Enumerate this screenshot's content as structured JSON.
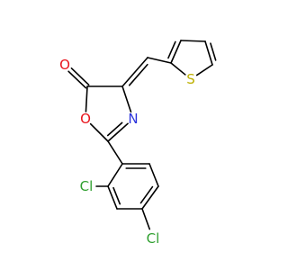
{
  "molecule": {
    "atoms": {
      "carbonyl_oxygen": {
        "label": "O",
        "color": "#e8141c"
      },
      "ring_oxygen": {
        "label": "O",
        "color": "#e8141c"
      },
      "ring_nitrogen": {
        "label": "N",
        "color": "#2c34dc"
      },
      "thiophene_sulfur": {
        "label": "S",
        "color": "#bdb000"
      },
      "chlorine_ortho": {
        "label": "Cl",
        "color": "#30a030"
      },
      "chlorine_para": {
        "label": "Cl",
        "color": "#30a030"
      }
    },
    "bond_color": "#000000"
  }
}
